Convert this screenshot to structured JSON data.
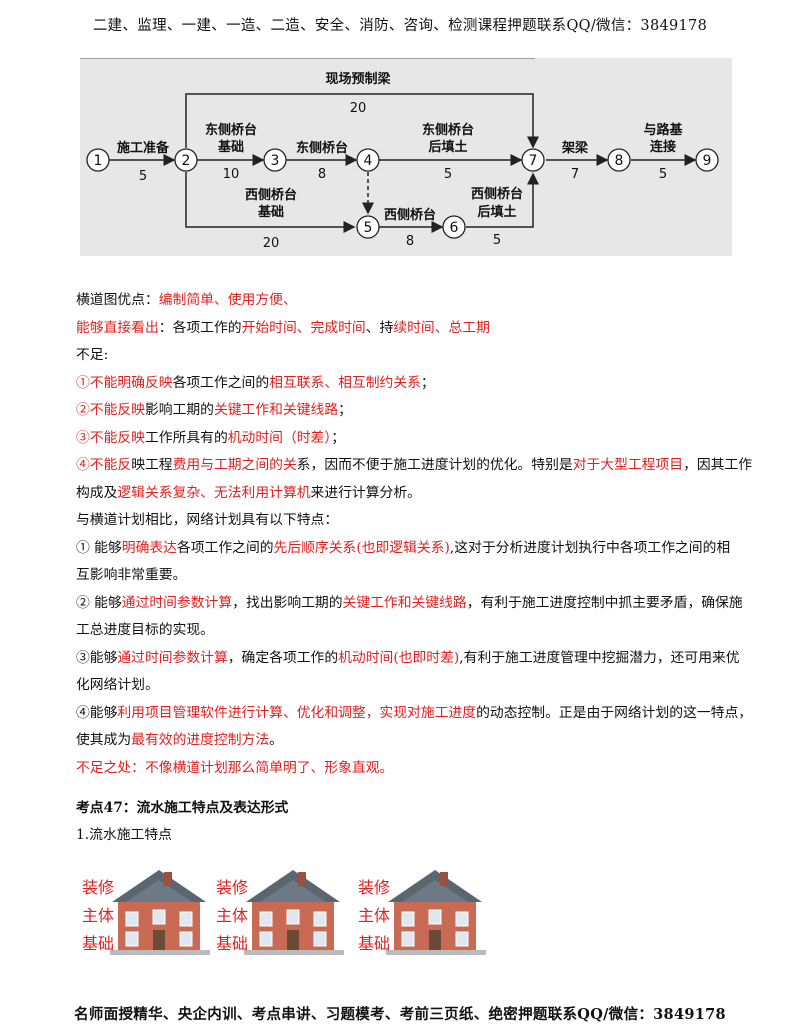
{
  "header": {
    "text": "二建、监理、一建、一造、二造、安全、消防、咨询、检测课程押题联系QQ/微信：3849178"
  },
  "footer": {
    "text": "名师面授精华、央企内训、考点串讲、习题模考、考前三页纸、绝密押题联系QQ/微信：3849178"
  },
  "network_diagram": {
    "nodes": [
      "1",
      "2",
      "3",
      "4",
      "5",
      "6",
      "7",
      "8",
      "9"
    ],
    "edges": [
      {
        "label": "施工准备",
        "duration": "5"
      },
      {
        "label_line1": "东侧桥台",
        "label_line2": "基础",
        "duration": "10"
      },
      {
        "label": "东侧桥台",
        "duration": "8"
      },
      {
        "label_line1": "东侧桥台",
        "label_line2": "后填土",
        "duration": "5"
      },
      {
        "label": "现场预制梁",
        "duration": "20"
      },
      {
        "label_line1": "西侧桥台",
        "label_line2": "基础",
        "duration": "20"
      },
      {
        "label": "西侧桥台",
        "duration": "8"
      },
      {
        "label_line1": "西侧桥台",
        "label_line2": "后填土",
        "duration": "5"
      },
      {
        "label": "架梁",
        "duration": "7"
      },
      {
        "label_line1": "与路基",
        "label_line2": "连接",
        "duration": "5"
      }
    ]
  },
  "paragraphs": {
    "p1": {
      "a": "横道图优点：",
      "b": "编制简单、使用方便、"
    },
    "p2": {
      "a": "能够直接看出",
      "b": "：各项工作的",
      "c": "开始时间、完成时间",
      "d": "、持",
      "e": "续时间、总工期"
    },
    "p3": {
      "a": "不足:"
    },
    "p4": {
      "a": "①不能明确反映",
      "b": "各项工作之间的",
      "c": "相互联系、相互制约关系",
      "d": "；"
    },
    "p5": {
      "a": "②不能反映",
      "b": "影响工期的",
      "c": "关键工作和关键线路",
      "d": "；"
    },
    "p6": {
      "a": "③不能反映",
      "b": "工作所具有的",
      "c": "机动时间（时差）",
      "d": "；"
    },
    "p7": {
      "a": "④不能反",
      "b": "映工程",
      "c": "费用与工期之间的关",
      "d": "系，因而不便于施工进度计划的优化。特别是",
      "e": "对于大型工程项目",
      "f": "，因其工作"
    },
    "p7b": {
      "a": "构成及",
      "b": "逻辑关系复杂、无法利用计算机",
      "c": "来进行计算分析。"
    },
    "p8": {
      "a": "与横道计划相比，网络计划具有以下特点："
    },
    "p9": {
      "a": "① 能够",
      "b": "明确表达",
      "c": "各项工作之间的",
      "d": "先后顺序关系(也即逻辑关系)",
      "e": ",这对于分析进度计划执行中各项工作之间的相"
    },
    "p9b": {
      "a": "互影响非常重要。"
    },
    "p10": {
      "a": "② 能够",
      "b": "通过时间参数计算",
      "c": "，找出影响工期的",
      "d": "关键工作和关键线路",
      "e": "，有利于施工进度控制中抓主要矛盾，确保施"
    },
    "p10b": {
      "a": "工总进度目标的实现。"
    },
    "p11": {
      "a": "③能够",
      "b": "通过时间参数计算",
      "c": "，确定各项工作的",
      "d": "机动时间(也即时差)",
      "e": ",有利于施工进度管理中挖掘潜力，还可用来优"
    },
    "p11b": {
      "a": "化网络计划。"
    },
    "p12": {
      "a": "④能够",
      "b": "利用项目管理软件进行计算、优化和调整，实现对施工进度",
      "c": "的动态控制。正是由于网络计划的这一特点，"
    },
    "p12b": {
      "a": "使其成为",
      "b": "最有效的进度控制方法",
      "c": "。"
    },
    "p13": {
      "a": "不足之处：不像横道计划那么简单明了、形象直观。"
    }
  },
  "section": {
    "title": "考点47：流水施工特点及表达形式",
    "sub": "1.流水施工特点"
  },
  "houses": {
    "labels": [
      "装修",
      "主体",
      "基础"
    ],
    "count": 3
  }
}
